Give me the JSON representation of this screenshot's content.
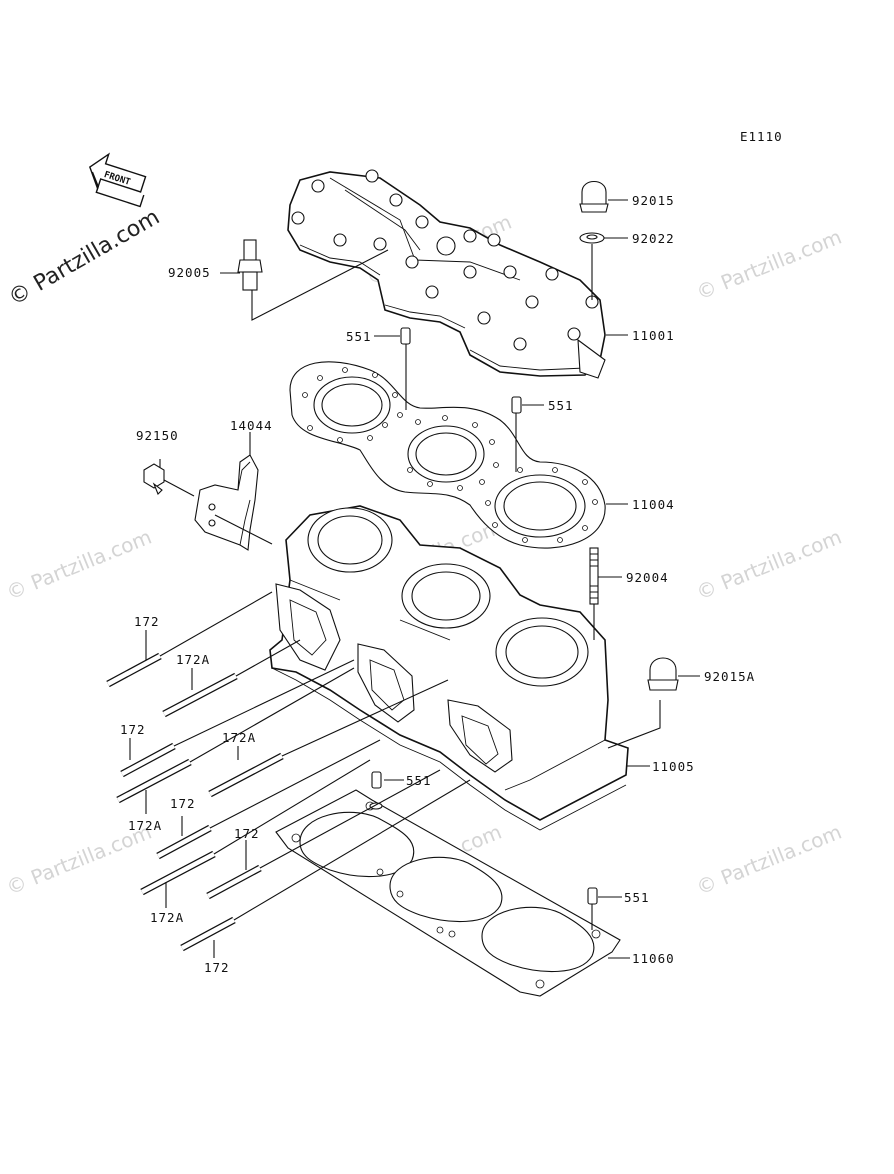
{
  "diagram": {
    "code": "E1110",
    "front_label": "FRONT",
    "watermark_main": "© Partzilla.com",
    "watermark_faint": "© Partzilla.com",
    "labels": {
      "p92015": "92015",
      "p92022": "92022",
      "p92005": "92005",
      "p11001": "11001",
      "p551a": "551",
      "p551b": "551",
      "p92150": "92150",
      "p14044": "14044",
      "p11004": "11004",
      "p92004": "92004",
      "p172a": "172",
      "p172Aa": "172A",
      "p92015A": "92015A",
      "p172b": "172",
      "p172Ab": "172A",
      "p11005": "11005",
      "p551c": "551",
      "p172Ac": "172A",
      "p172c": "172",
      "p172d": "172",
      "p551d": "551",
      "p172Ad": "172A",
      "p11060": "11060",
      "p172e": "172"
    }
  }
}
